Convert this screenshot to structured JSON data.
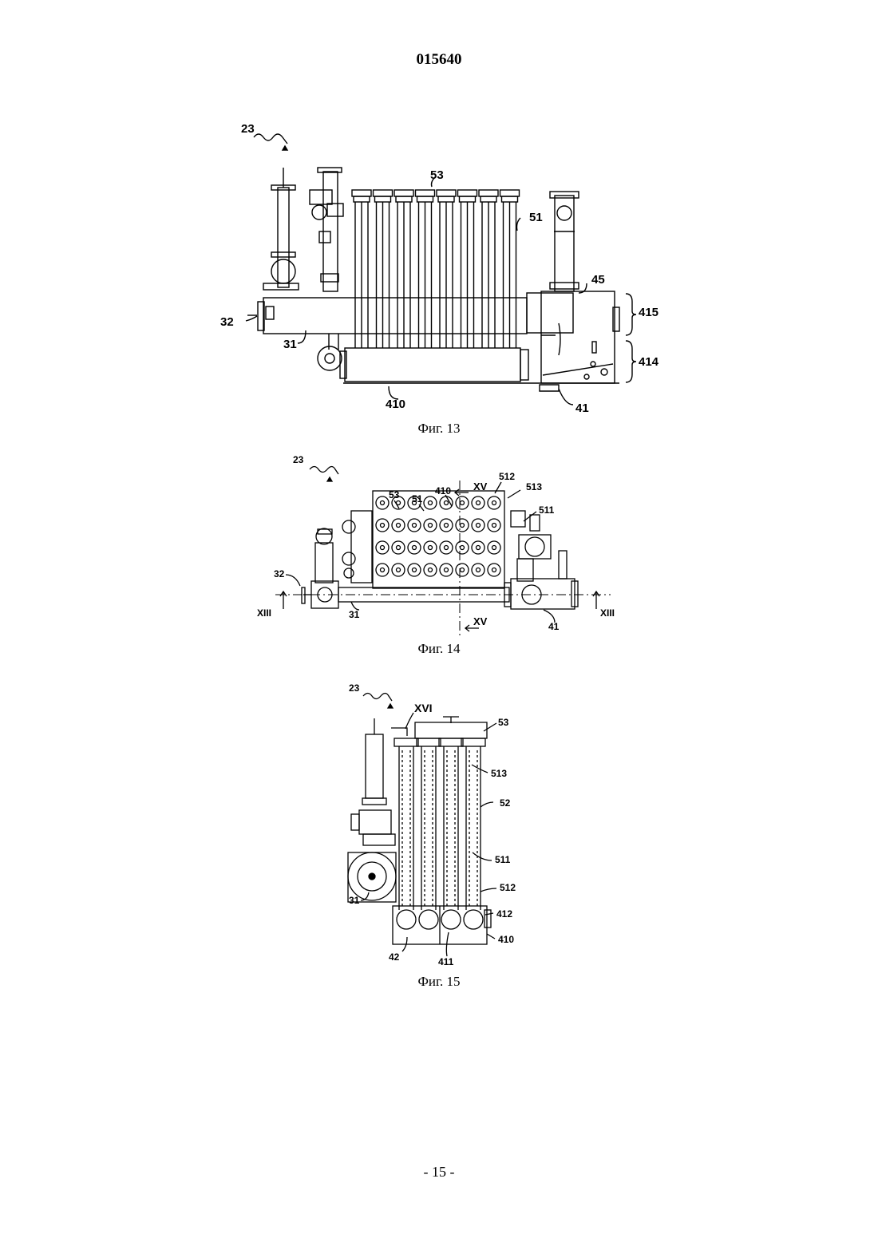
{
  "header": {
    "doc_number": "015640"
  },
  "figures": [
    {
      "caption": "Фиг. 13",
      "labels": {
        "l23": "23",
        "l53": "53",
        "l51": "51",
        "l45": "45",
        "l415": "415",
        "l414": "414",
        "l32": "32",
        "l31": "31",
        "l410": "410",
        "l41": "41"
      }
    },
    {
      "caption": "Фиг. 14",
      "labels": {
        "l23": "23",
        "l53": "53",
        "l51": "51",
        "l410": "410",
        "lxv_top": "XV",
        "l512": "512",
        "l513": "513",
        "l511": "511",
        "l32": "32",
        "lxiii_left": "XIII",
        "l31": "31",
        "lxv_bot": "XV",
        "l41": "41",
        "lxiii_right": "XIII"
      }
    },
    {
      "caption": "Фиг. 15",
      "labels": {
        "l23": "23",
        "lxvi": "XVI",
        "l53": "53",
        "l513": "513",
        "l52": "52",
        "l511": "511",
        "l512": "512",
        "l31": "31",
        "l412": "412",
        "l410": "410",
        "l42": "42",
        "l411": "411"
      }
    }
  ],
  "footer": {
    "page_number": "- 15 -"
  }
}
